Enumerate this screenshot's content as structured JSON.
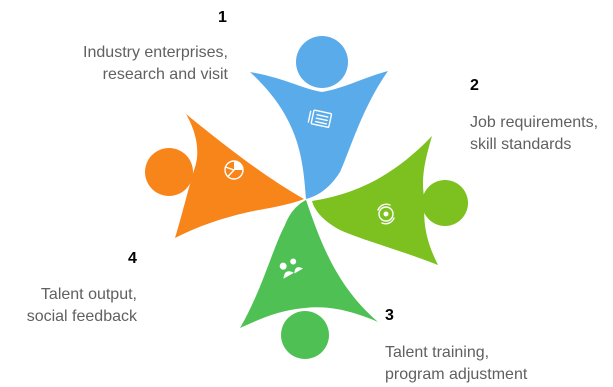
{
  "colors": {
    "step1": "#5aabea",
    "step2": "#7cc11f",
    "step3": "#4fc054",
    "step4": "#f7851a",
    "caption_text": "#606060",
    "number_text": "#000000"
  },
  "steps": [
    {
      "number": "1",
      "line1": "Industry enterprises,",
      "line2": "research and visit",
      "icon": "checklist-icon"
    },
    {
      "number": "2",
      "line1": "Job requirements,",
      "line2": "skill standards",
      "icon": "target-cycle-icon"
    },
    {
      "number": "3",
      "line1": "Talent training,",
      "line2": "program adjustment",
      "icon": "people-icon"
    },
    {
      "number": "4",
      "line1": "Talent output,",
      "line2": "social feedback",
      "icon": "pie-chart-icon"
    }
  ]
}
